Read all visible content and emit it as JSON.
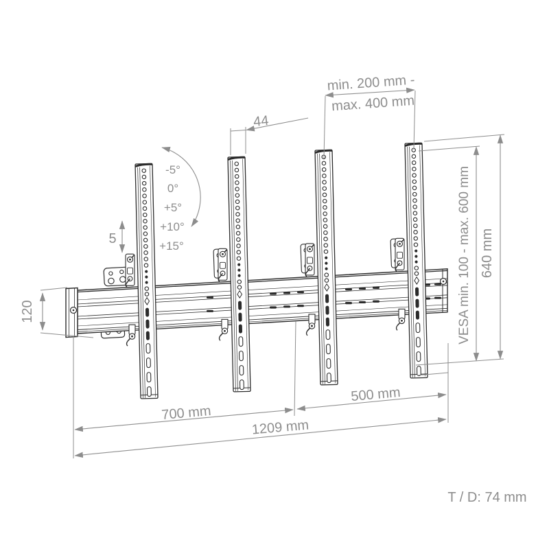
{
  "drawing": {
    "description": "Technical line drawing of a dual-screen menu board wall mount: horizontal mounting rail with four vertical VESA adapter strips and dimension annotations",
    "top_span_line1": "min. 200 mm -",
    "top_span_line2": "max. 400 mm",
    "strip_width": "44",
    "tilt_angles": [
      "-5°",
      "0°",
      "+5°",
      "+10°",
      "+15°"
    ],
    "hook_adjust": "5",
    "rail_height": "120",
    "vesa_range": "VESA min. 100 - max. 600 mm",
    "adapter_height": "640 mm",
    "left_span": "700 mm",
    "right_span": "500 mm",
    "total_span": "1209 mm",
    "depth": "T / D: 74 mm"
  },
  "colors": {
    "line": "#2b2b2b",
    "dim": "#8d8d8d",
    "background": "#ffffff"
  }
}
